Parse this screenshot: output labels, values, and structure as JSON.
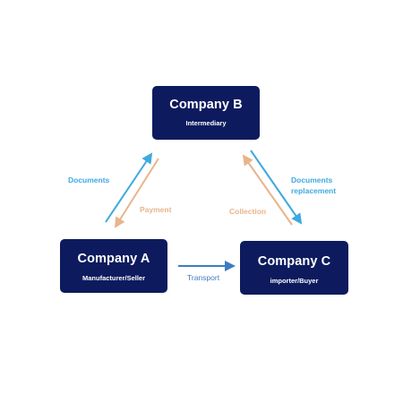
{
  "companies": {
    "b": {
      "name": "Company B",
      "role": "Intermediary"
    },
    "a": {
      "name": "Company A",
      "role": "Manufacturer/Seller"
    },
    "c": {
      "name": "Company C",
      "role": "importer/Buyer"
    }
  },
  "flows": {
    "documents": "Documents",
    "payment": "Payment",
    "collection": "Collection",
    "documents_replacement_line1": "Documents",
    "documents_replacement_line2": "replacement",
    "transport": "Transport"
  },
  "colors": {
    "box_fill": "#0d1b5e",
    "documents_blue": "#3fa9df",
    "payment_peach": "#e9b48c",
    "transport_blue": "#3d7dbf"
  }
}
